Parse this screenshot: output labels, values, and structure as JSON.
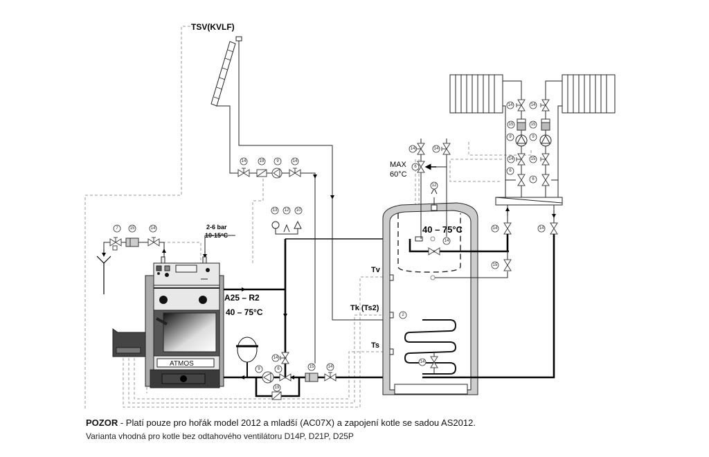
{
  "diagram": {
    "labels": {
      "solar_collector": "TSV(KVLF)",
      "cold_water": "2-6 bar",
      "cold_water_temp": "10-15°C",
      "boiler_model": "A25 – R2",
      "boiler_temp": "40 – 75°C",
      "tank_temp": "40 – 75°C",
      "max_label": "MAX",
      "max_temp": "60°C",
      "sensor_tv": "Tv",
      "sensor_tk": "Tk (Ts2)",
      "sensor_ts": "Ts",
      "boiler_brand": "ATMOS"
    },
    "component_numbers": {
      "drain_valve": "7",
      "cold_filter": "15",
      "cold_shutoff": "14",
      "solar_valve_left": "14",
      "solar_filter": "19",
      "solar_pump": "9",
      "solar_valve_right": "14",
      "gauge": "13",
      "air_vent": "12",
      "safety_valve": "10",
      "mixer_max": "6",
      "dhw_valve_left": "14",
      "dhw_valve_right": "14",
      "tank_vent": "12",
      "tank_sensor": "2",
      "coil_valve": "14",
      "tank_inner_valve": "14",
      "return_valve_14": "14",
      "return_pump": "9",
      "return_mixer": "6",
      "return_filter": "15",
      "return_valve_right": "14",
      "bypass_filter": "19",
      "heating_left_valve_top": "14",
      "heating_left_filter": "15",
      "heating_left_pump": "9",
      "heating_left_valve_bottom": "14",
      "heating_left_mixer": "6",
      "heating_right_valve_top": "14",
      "heating_right_filter": "15",
      "heating_right_pump": "9",
      "heating_right_valve_bottom": "15",
      "heating_right_mixer": "6",
      "dist_left_valve": "14",
      "dist_right_valve": "14",
      "dist_lower_valve": "15"
    }
  },
  "notes": {
    "warning_prefix": "POZOR",
    "warning_text": " - Platí pouze pro hořák model 2012 a mladší (AC07X) a zapojení kotle se sadou AS2012.",
    "variant_text": "Varianta vhodná pro kotle bez odtahového ventilátoru D14P, D21P, D25P"
  }
}
